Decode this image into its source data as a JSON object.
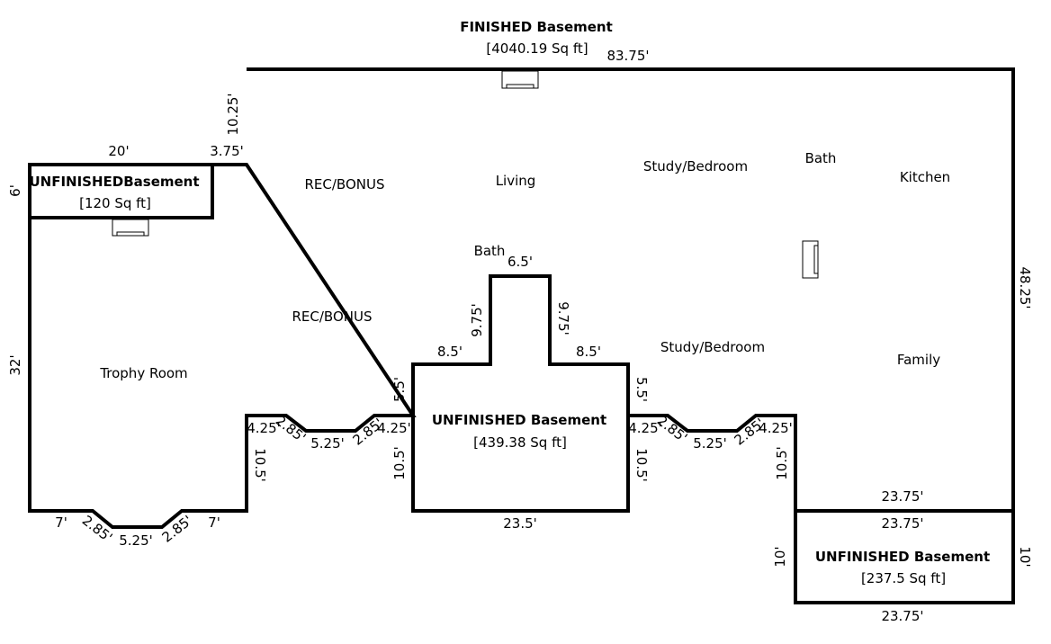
{
  "plan": {
    "finished": {
      "title": "FINISHED Basement",
      "area": "[4040.19 Sq ft]"
    },
    "unfinished_left": {
      "title": "UNFINISHEDBasement",
      "area": "[120 Sq ft]"
    },
    "unfinished_center": {
      "title": "UNFINISHED Basement",
      "area": "[439.38 Sq ft]"
    },
    "unfinished_right": {
      "title": "UNFINISHED Basement",
      "area": "[237.5 Sq ft]"
    }
  },
  "rooms": {
    "rec_bonus_1": "REC/BONUS",
    "living": "Living",
    "study_bedroom_1": "Study/Bedroom",
    "bath_1": "Bath",
    "kitchen": "Kitchen",
    "bath_2": "Bath",
    "rec_bonus_2": "REC/BONUS",
    "study_bedroom_2": "Study/Bedroom",
    "family": "Family",
    "trophy_room": "Trophy Room"
  },
  "dimensions": {
    "top": "83.75'",
    "left_upper_vertical": "10.25'",
    "left_step": "3.75'",
    "small_box_width": "20'",
    "small_box_height": "6'",
    "left_wall": "32'",
    "right_wall": "48.25'",
    "bay_left_7a": "7'",
    "bay_left_diag_a": "2.85'",
    "bay_left_flat": "5.25'",
    "bay_left_diag_b": "2.85'",
    "bay_left_7b": "7'",
    "left_notch_vertical": "10.5'",
    "left_notch_425a": "4.25'",
    "left_notch_diag_a": "2.85'",
    "left_notch_flat": "5.25'",
    "left_notch_diag_b": "2.85'",
    "left_notch_425b": "4.25'",
    "center_left_55": "5.5'",
    "center_left_105": "10.5'",
    "center_top_left": "8.5'",
    "bath_left": "9.75'",
    "bath_top": "6.5'",
    "bath_right": "9.75'",
    "center_top_right": "8.5'",
    "center_right_55": "5.5'",
    "center_right_105": "10.5'",
    "center_bottom": "23.5'",
    "right_notch_425a": "4.25'",
    "right_notch_diag_a": "2.85'",
    "right_notch_flat": "5.25'",
    "right_notch_diag_b": "2.85'",
    "right_notch_425b": "4.25'",
    "right_notch_vertical": "10.5'",
    "right_box_top_outer": "23.75'",
    "right_box_top_inner": "23.75'",
    "right_box_left": "10'",
    "right_box_right": "10'",
    "right_box_bottom": "23.75'"
  }
}
